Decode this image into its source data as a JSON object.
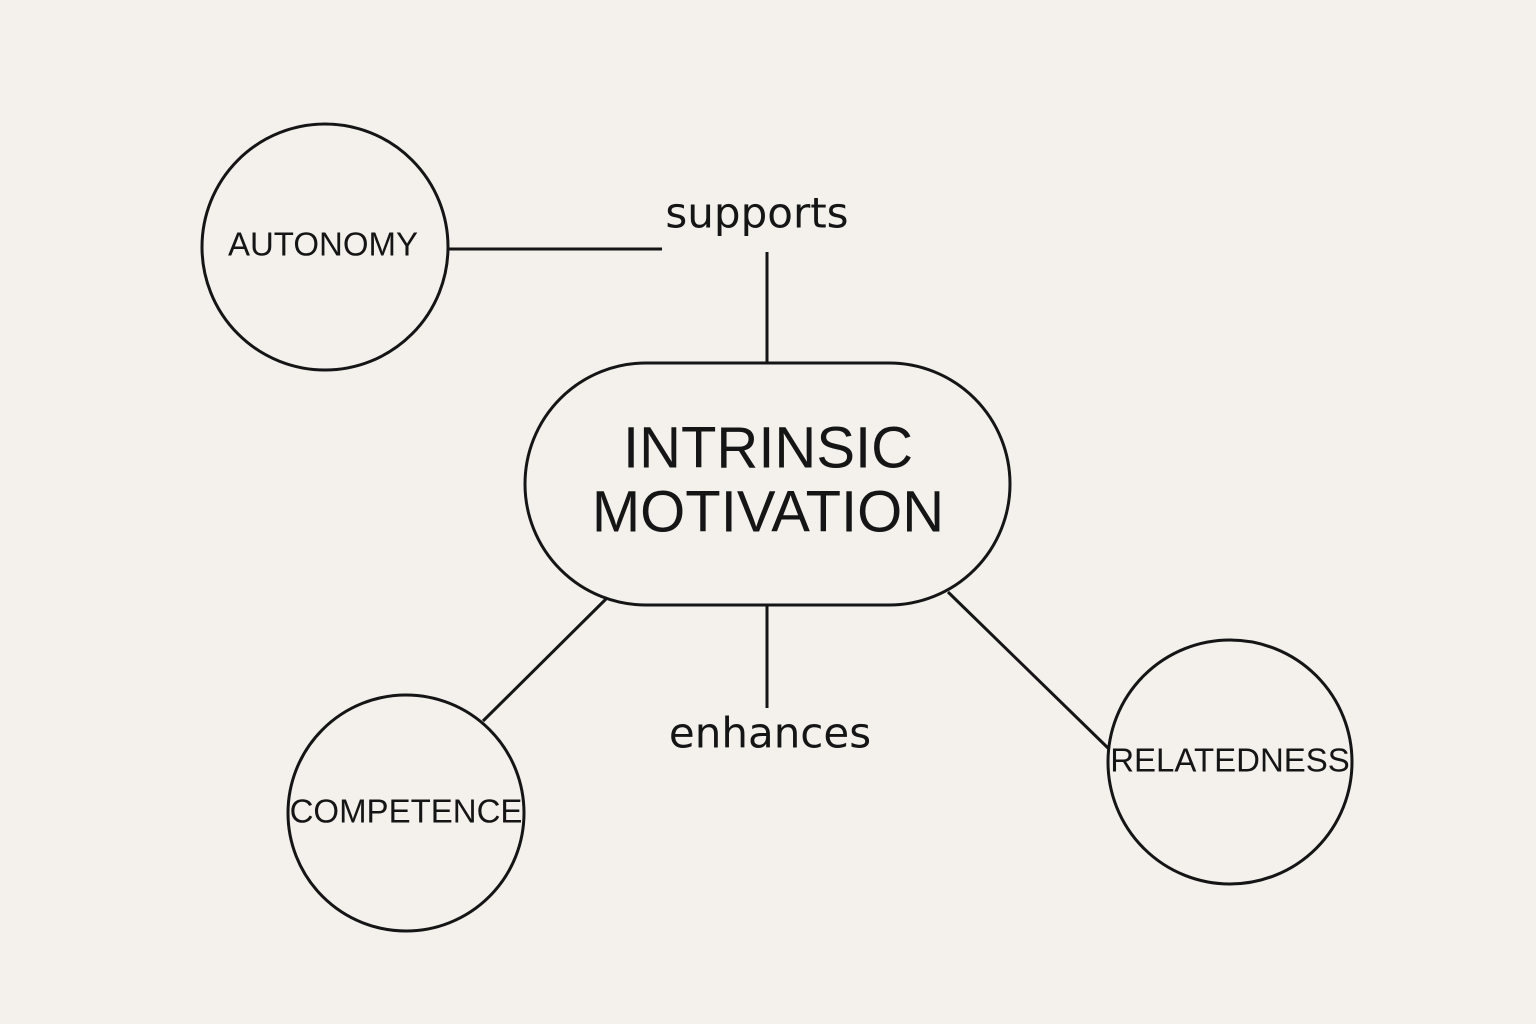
{
  "center": {
    "line1": "INTRINSIC",
    "line2": "MOTIVATION"
  },
  "nodes": {
    "autonomy": "AUTONOMY",
    "competence": "COMPETENCE",
    "relatedness": "RELATEDNESS"
  },
  "edge_labels": {
    "supports": "supports",
    "enhances": "enhances"
  },
  "colors": {
    "background": "#f4f1ed",
    "ink": "#151515"
  }
}
